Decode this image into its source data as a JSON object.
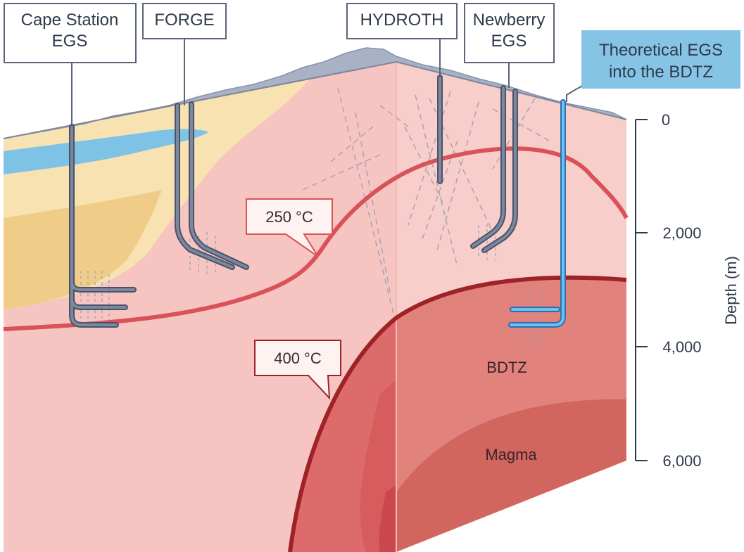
{
  "wells": [
    {
      "key": "cape",
      "lines": [
        "Cape Station",
        "EGS"
      ]
    },
    {
      "key": "forge",
      "lines": [
        "FORGE"
      ]
    },
    {
      "key": "hydroth",
      "lines": [
        "HYDROTH"
      ]
    },
    {
      "key": "newberry",
      "lines": [
        "Newberry",
        "EGS"
      ]
    },
    {
      "key": "theoretical",
      "lines": [
        "Theoretical EGS",
        "into the BDTZ"
      ]
    }
  ],
  "isotherms": {
    "t250": "250 °C",
    "t400": "400 °C"
  },
  "zones": {
    "bdtz": "BDTZ",
    "magma": "Magma"
  },
  "depth_axis": {
    "label": "Depth (m)",
    "ticks": [
      "0",
      "2,000",
      "4,000",
      "6,000"
    ]
  },
  "colors": {
    "crust": "#f7c6c3",
    "crust_right": "#f6cdca",
    "sediment_light": "#f8e3b4",
    "sediment_dark": "#f0cf8a",
    "aquifer": "#7fc3e6",
    "isotherm_250": "#d9525a",
    "isotherm_400": "#9e2329",
    "bdtz": "#e07f7a",
    "magma": "#d2675f",
    "well_steel": "#6f7a90",
    "well_blue": "#5ab1e3",
    "theoretical_box": "#86c4e6"
  }
}
